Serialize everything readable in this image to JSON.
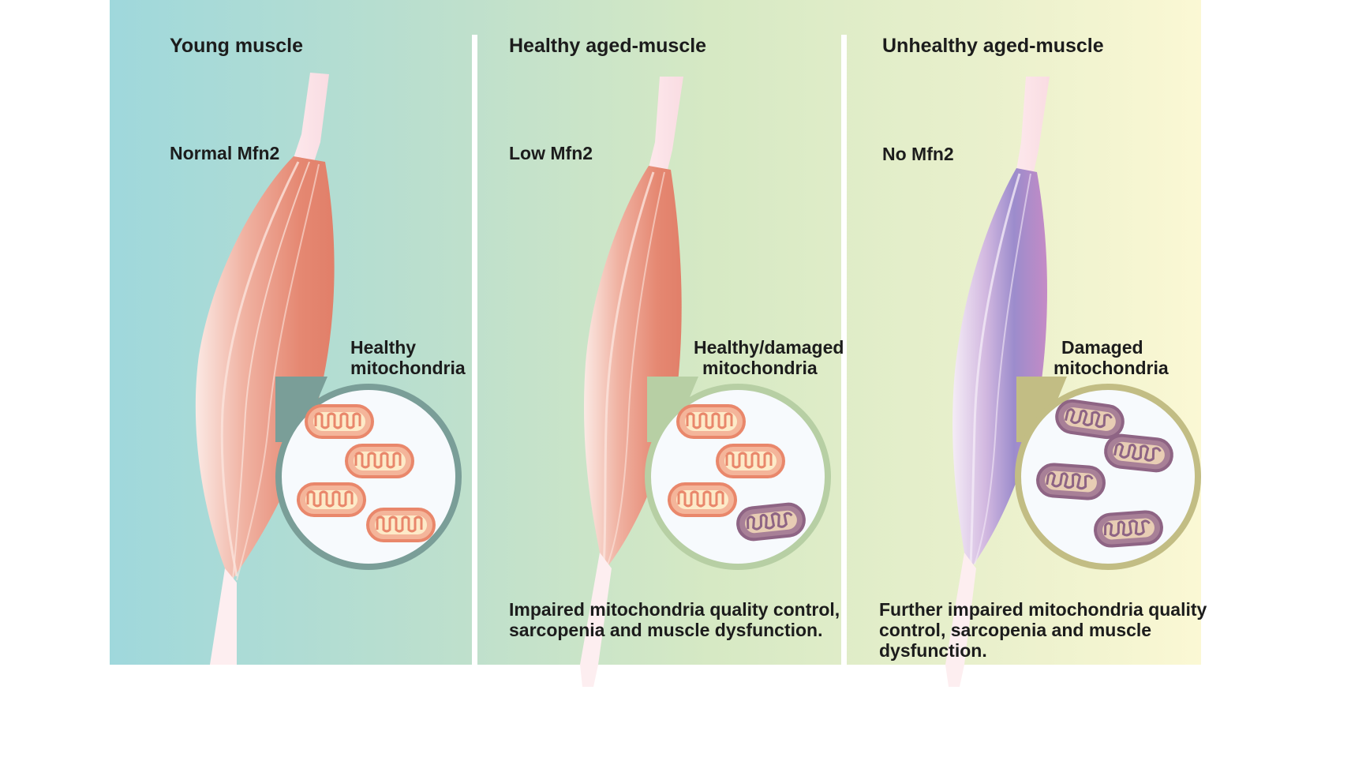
{
  "panels": [
    {
      "title": "Young muscle",
      "mfn2": "Normal Mfn2",
      "mito_label_1": "Healthy",
      "mito_label_2": "mitochondria",
      "caption_1": "",
      "caption_2": "",
      "caption_3": "",
      "muscle_color": "#e58872",
      "mitochondria": [
        "healthy",
        "healthy",
        "healthy",
        "healthy"
      ]
    },
    {
      "title": "Healthy aged-muscle",
      "mfn2": "Low Mfn2",
      "mito_label_1": "Healthy/damaged",
      "mito_label_2": "mitochondria",
      "caption_1": "Impaired mitochondria quality control,",
      "caption_2": "sarcopenia and muscle dysfunction.",
      "caption_3": "",
      "muscle_color": "#e58872",
      "mitochondria": [
        "healthy",
        "healthy",
        "healthy",
        "damaged"
      ]
    },
    {
      "title": "Unhealthy aged-muscle",
      "mfn2": "No Mfn2",
      "mito_label_1": "Damaged",
      "mito_label_2": "mitochondria",
      "caption_1": "Further impaired mitochondria quality",
      "caption_2": "control, sarcopenia and muscle",
      "caption_3": "dysfunction.",
      "muscle_color": "#b58ac8",
      "mitochondria": [
        "damaged",
        "damaged",
        "damaged",
        "damaged"
      ]
    }
  ],
  "colors": {
    "bg_start": "#9fd8dc",
    "bg_mid": "#c3e4c8",
    "bg_end": "#fbf8d4",
    "divider": "#ffffff",
    "healthy_mito": "#f4b59a",
    "damaged_mito": "#a7809a",
    "lens_ring_1": "#7a9e98",
    "lens_ring_2": "#b7cfa4",
    "lens_ring_3": "#c2bd84"
  }
}
